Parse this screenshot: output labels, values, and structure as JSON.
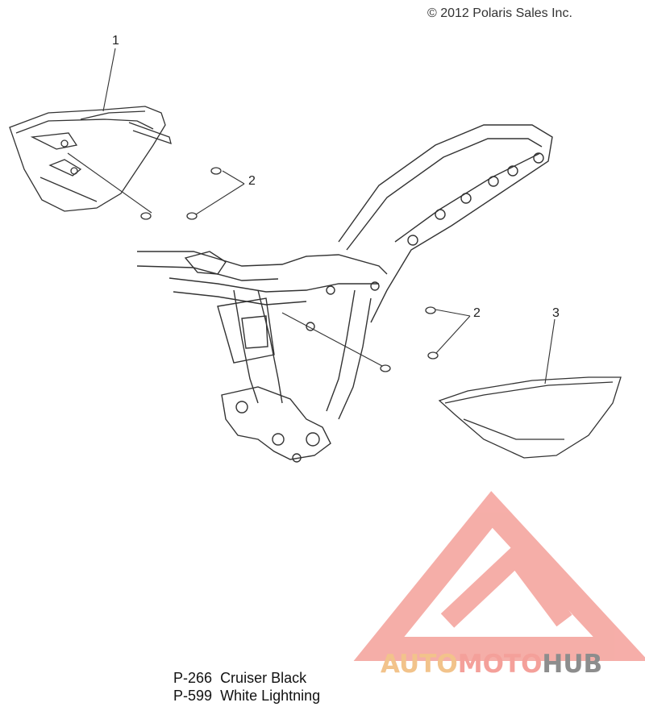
{
  "copyright": "© 2012 Polaris Sales Inc.",
  "callouts": {
    "part1": "1",
    "part2_upper": "2",
    "part2_lower": "2",
    "part3": "3"
  },
  "legend": [
    {
      "code": "P-266",
      "name": "Cruiser Black"
    },
    {
      "code": "P-599",
      "name": "White Lightning"
    }
  ],
  "watermark": {
    "part_a": "AUTO",
    "part_b": "MOTO",
    "part_c": "HUB",
    "colors": {
      "auto": "#f2c38b",
      "moto": "#f4a09a",
      "hub": "#8d8d8d",
      "logo": "#f4a09a"
    }
  }
}
